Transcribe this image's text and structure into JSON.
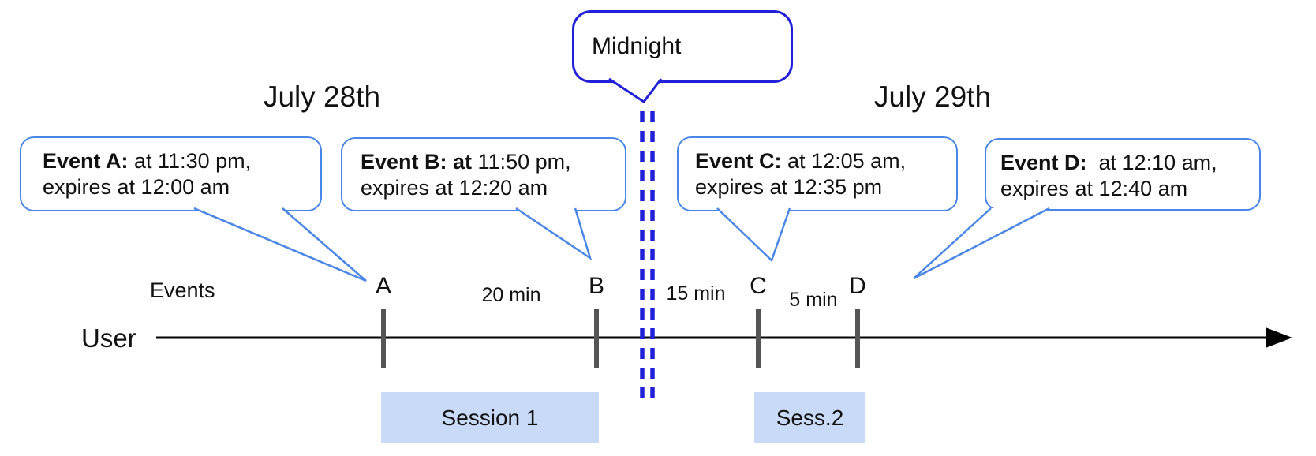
{
  "colors": {
    "accent-dark-blue": "#2020d8",
    "accent-blue": "#4a86e8",
    "session-fill": "#c9daf8",
    "tick-gray": "#555555",
    "line-black": "#000000",
    "text-black": "#111111"
  },
  "dates": {
    "left": "July 28th",
    "right": "July 29th"
  },
  "midnight": {
    "label": "Midnight"
  },
  "events_axis_label": "Events",
  "user_label": "User",
  "callouts": [
    {
      "id": "A",
      "bold": "Event A:",
      "line1": " at 11:30 pm,",
      "line2": "expires at 12:00 am"
    },
    {
      "id": "B",
      "bold": "Event B: at",
      "line1": " 11:50 pm,",
      "line2": "expires at 12:20 am"
    },
    {
      "id": "C",
      "bold": "Event C:",
      "line1": " at 12:05 am,",
      "line2": "expires at 12:35 pm"
    },
    {
      "id": "D",
      "bold": "Event D:",
      "line1": "  at 12:10 am,",
      "line2": "expires at 12:40 am"
    }
  ],
  "timeline": {
    "markers": [
      "A",
      "B",
      "C",
      "D"
    ],
    "intervals": [
      "20 min",
      "15 min",
      "5 min"
    ],
    "sessions": [
      "Session 1",
      "Sess.2"
    ]
  }
}
